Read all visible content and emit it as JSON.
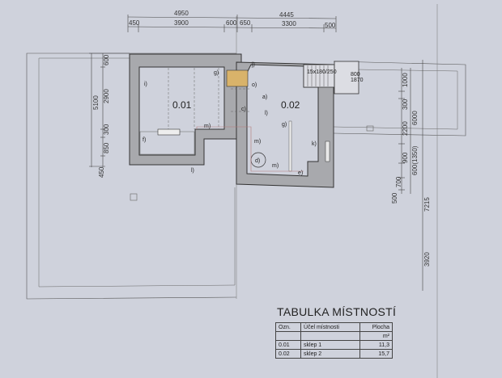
{
  "dimensions": {
    "top_total": [
      "4950",
      "4445"
    ],
    "top_parts": [
      "450",
      "3900",
      "600",
      "650",
      "3300",
      "500"
    ],
    "left_total": "5100",
    "left_parts": [
      "600",
      "2900",
      "300",
      "850",
      "450"
    ],
    "right_parts": [
      "1000",
      "300",
      "2200",
      "900",
      "600(1350)",
      "700",
      "500"
    ],
    "right_total": "6000",
    "right_outer": [
      "7215",
      "3920"
    ]
  },
  "rooms": [
    {
      "id": "0.01"
    },
    {
      "id": "0.02"
    }
  ],
  "stairs": {
    "label": "15x180/250",
    "w": "800",
    "h": "1870"
  },
  "markers": [
    "a)",
    "c)",
    "d)",
    "e)",
    "f)",
    "g)",
    "g)",
    "i)",
    "j)",
    "k)",
    "l)",
    "l)",
    "m)",
    "m)",
    "m)",
    "o)"
  ],
  "colors": {
    "paper": "#cfd2dc",
    "wall": "#a8a9ad",
    "insulation": "#d9b36a"
  },
  "table": {
    "title": "TABULKA MÍSTNOSTÍ",
    "headers": [
      "Ozn.",
      "Účel místnosti",
      "Plocha"
    ],
    "unit": "m²",
    "rows": [
      {
        "id": "0.01",
        "name": "sklep 1",
        "area": "11,3"
      },
      {
        "id": "0.02",
        "name": "sklep 2",
        "area": "15,7"
      }
    ]
  }
}
